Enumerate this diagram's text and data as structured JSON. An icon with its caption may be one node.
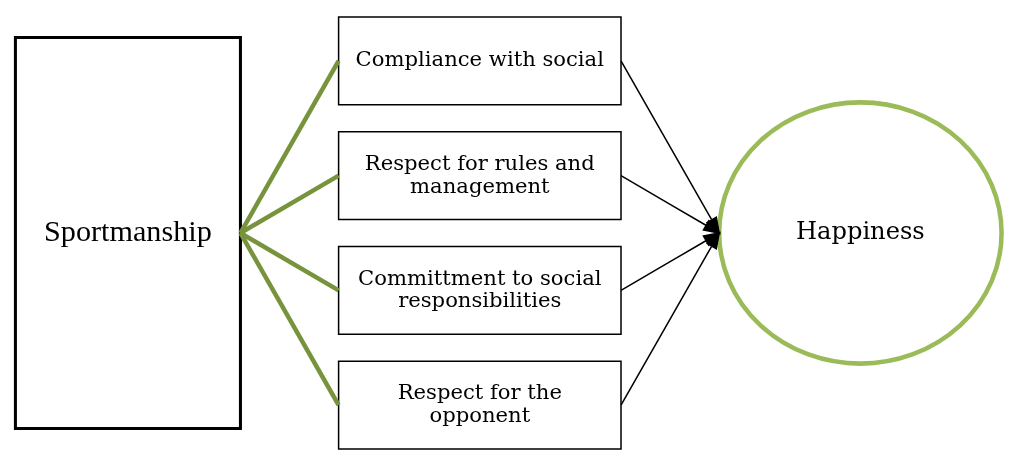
{
  "diagram": {
    "nodes": [
      {
        "text": [
          "Sportmanship"
        ]
      },
      {
        "text": [
          "Compliance with social"
        ]
      },
      {
        "text": [
          "Respect for rules and management"
        ]
      },
      {
        "text": [
          "Committment to social responsibilities"
        ]
      },
      {
        "text": [
          "Respect for the opponent"
        ]
      },
      {
        "text": [
          "Happiness"
        ]
      }
    ],
    "edges": [
      {
        "from": 0,
        "to": 1,
        "arrow": "none",
        "style": "thick",
        "color": "#77933c"
      },
      {
        "from": 0,
        "to": 2,
        "arrow": "none",
        "style": "thick",
        "color": "#77933c"
      },
      {
        "from": 0,
        "to": 3,
        "arrow": "none",
        "style": "thick",
        "color": "#77933c"
      },
      {
        "from": 0,
        "to": 4,
        "arrow": "none",
        "style": "thick",
        "color": "#77933c"
      },
      {
        "from": 1,
        "to": 5,
        "arrow": "to",
        "color": "#000000"
      },
      {
        "from": 2,
        "to": 5,
        "arrow": "to",
        "color": "#000000"
      },
      {
        "from": 3,
        "to": 5,
        "arrow": "to",
        "color": "#000000"
      },
      {
        "from": 4,
        "to": 5,
        "arrow": "to",
        "color": "#000000"
      }
    ]
  }
}
